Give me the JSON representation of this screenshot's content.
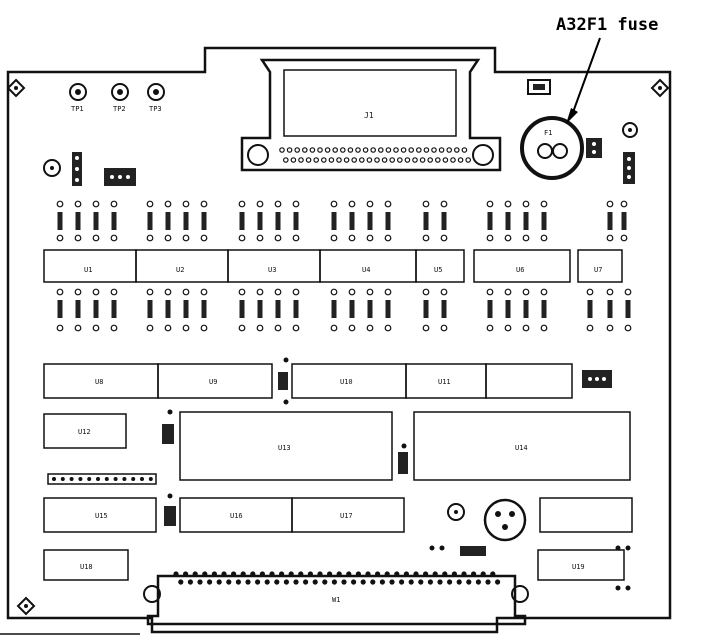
{
  "callout": {
    "text": "A32F1 fuse"
  },
  "labels": {
    "j1": "J1",
    "fuse": "F1",
    "tp1": "TP1",
    "tp2": "TP2",
    "tp3": "TP3",
    "u1": "U1",
    "u2": "U2",
    "u3": "U3",
    "u4": "U4",
    "u5": "U5",
    "u6": "U6",
    "u7": "U7",
    "u8": "U8",
    "u9": "U9",
    "u10": "U10",
    "u11": "U11",
    "u12": "U12",
    "u13": "U13",
    "u14": "U14",
    "u15": "U15",
    "u16": "U16",
    "u17": "U17",
    "u18": "U18",
    "u19": "U19",
    "w1": "W1"
  }
}
